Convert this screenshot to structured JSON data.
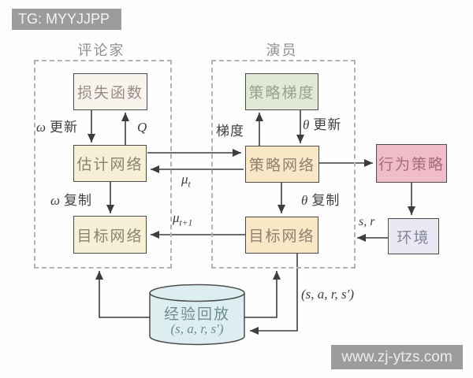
{
  "watermarks": {
    "top_left": "TG: MYYJJPP",
    "bottom_right": "www.zj-ytzs.com"
  },
  "diagram": {
    "critic": {
      "title": "评论家",
      "loss_box": "损失函数",
      "estimate_box": "估计网络",
      "target_box": "目标网络"
    },
    "actor": {
      "title": "演员",
      "gradient_box": "策略梯度",
      "policy_box": "策略网络",
      "target_box": "目标网络"
    },
    "behavior_policy_box": "行为策略",
    "environment_box": "环境",
    "replay_buffer": {
      "title": "经验回放",
      "tuple": "(s, a, r, s′)"
    }
  },
  "edge_labels": {
    "omega_update": {
      "sym": "ω",
      "text": "更新"
    },
    "q_value": {
      "sym": "Q"
    },
    "gradient": {
      "text": "梯度"
    },
    "theta_update": {
      "sym": "θ",
      "text": "更新"
    },
    "mu_t": {
      "sym": "μ",
      "sub": "t"
    },
    "omega_copy": {
      "sym": "ω",
      "text": "复制"
    },
    "theta_copy": {
      "sym": "θ",
      "text": "复制"
    },
    "mu_t_plus_1": {
      "sym": "μ",
      "sub": "t+1"
    },
    "state_reward": {
      "sym": "s, r"
    },
    "transition_tuple": {
      "sym": "(s, a, r, s′)"
    }
  },
  "colors": {
    "arrow": "#3d3d3d",
    "critic_box_fill": "#f7f0d6",
    "loss_box_fill": "#f9f3ee",
    "actor_box_fill": "#f8e8c6",
    "gradient_box_fill": "#e0e9d6",
    "behavior_box_fill": "#efbcca",
    "environment_box_fill": "#e9e9f4",
    "replay_fill": "#ddeef0",
    "watermark_bg": "#9c9c9c"
  }
}
